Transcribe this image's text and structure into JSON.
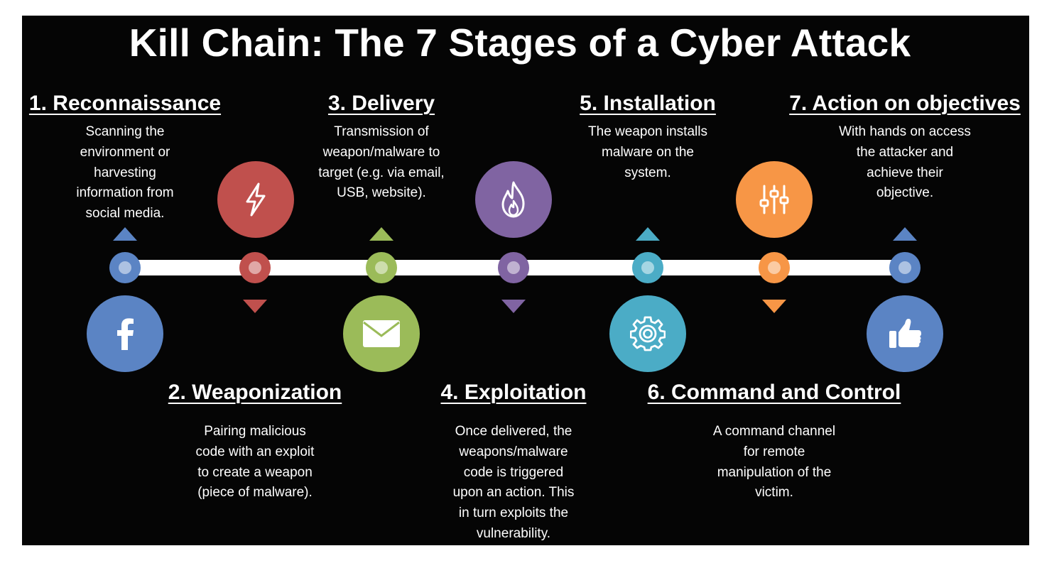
{
  "title": "Kill Chain: The 7 Stages of a Cyber Attack",
  "stages": [
    {
      "heading": "1. Reconnaissance",
      "lines": [
        "Scanning the",
        "environment or",
        "harvesting",
        "information from",
        "social media."
      ],
      "color": "#5b84c4",
      "icon": "facebook-icon"
    },
    {
      "heading": "2. Weaponization",
      "lines": [
        "Pairing malicious",
        "code with an exploit",
        "to create a weapon",
        "(piece of malware)."
      ],
      "color": "#c0504d",
      "icon": "lightning-icon"
    },
    {
      "heading": "3. Delivery",
      "lines": [
        "Transmission of",
        "weapon/malware to",
        "target (e.g. via email,",
        "USB, website)."
      ],
      "color": "#9bbb59",
      "icon": "envelope-icon"
    },
    {
      "heading": "4. Exploitation",
      "lines": [
        "Once delivered, the",
        "weapons/malware",
        "code is triggered",
        "upon an action. This",
        "in turn exploits the",
        "vulnerability."
      ],
      "color": "#8064a2",
      "icon": "fire-icon"
    },
    {
      "heading": "5. Installation",
      "lines": [
        "The weapon installs",
        "malware on the",
        "system."
      ],
      "color": "#4bacc6",
      "icon": "gear-icon"
    },
    {
      "heading": "6. Command and Control",
      "lines": [
        "A command channel",
        "for remote",
        "manipulation of the",
        "victim."
      ],
      "color": "#f79646",
      "icon": "sliders-icon"
    },
    {
      "heading": "7. Action on objectives",
      "lines": [
        "With hands on access",
        "the attacker and",
        "achieve their",
        "objective."
      ],
      "color": "#5b84c4",
      "icon": "thumbs-up-icon"
    }
  ]
}
